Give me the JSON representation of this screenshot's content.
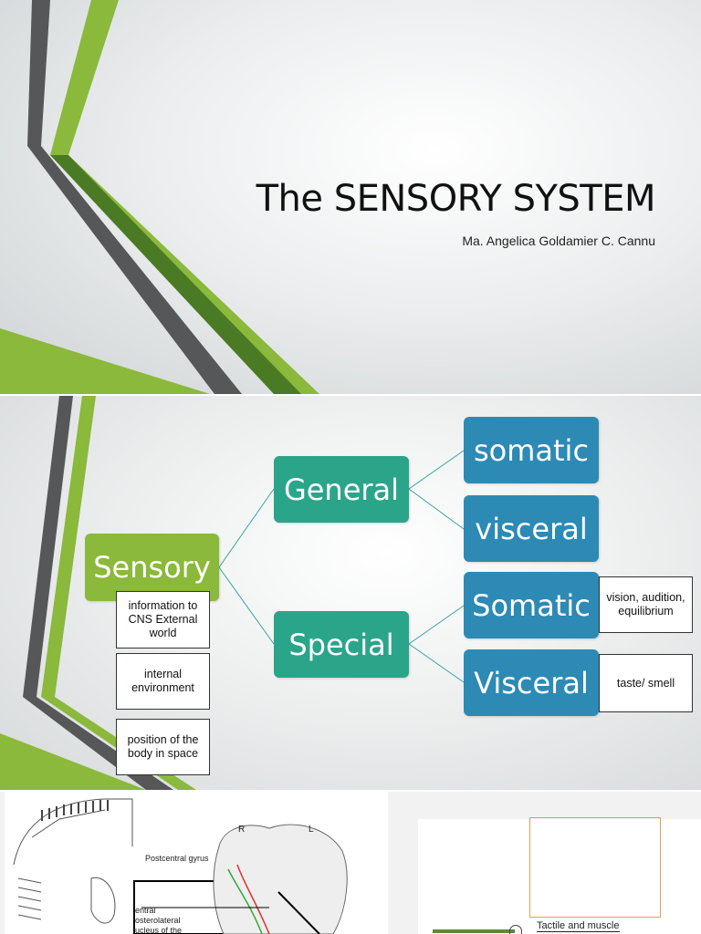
{
  "slide1": {
    "title": "The SENSORY SYSTEM",
    "subtitle": "Ma. Angelica Goldamier C. Cannu"
  },
  "slide2": {
    "root": "Sensory",
    "general": "General",
    "special": "Special",
    "general_children": [
      "somatic",
      "visceral"
    ],
    "special_children": [
      "Somatic",
      "Visceral"
    ],
    "notes": {
      "info": "information to CNS External world",
      "internal": "internal environment",
      "position": "position of the body in space",
      "special_somatic": "vision, audition, equilibrium",
      "special_visceral": "taste/ smell"
    },
    "colors": {
      "root": "#8ab93b",
      "level1": "#2aa58a",
      "level2": "#2c8ab5"
    }
  },
  "slide3": {
    "brain_labels": {
      "right": "R",
      "left": "L",
      "gyrus": "Postcentral gyrus",
      "nucleus": "entral\nosterolateral\nucleus of the"
    },
    "caption": "Tactile and muscle"
  }
}
